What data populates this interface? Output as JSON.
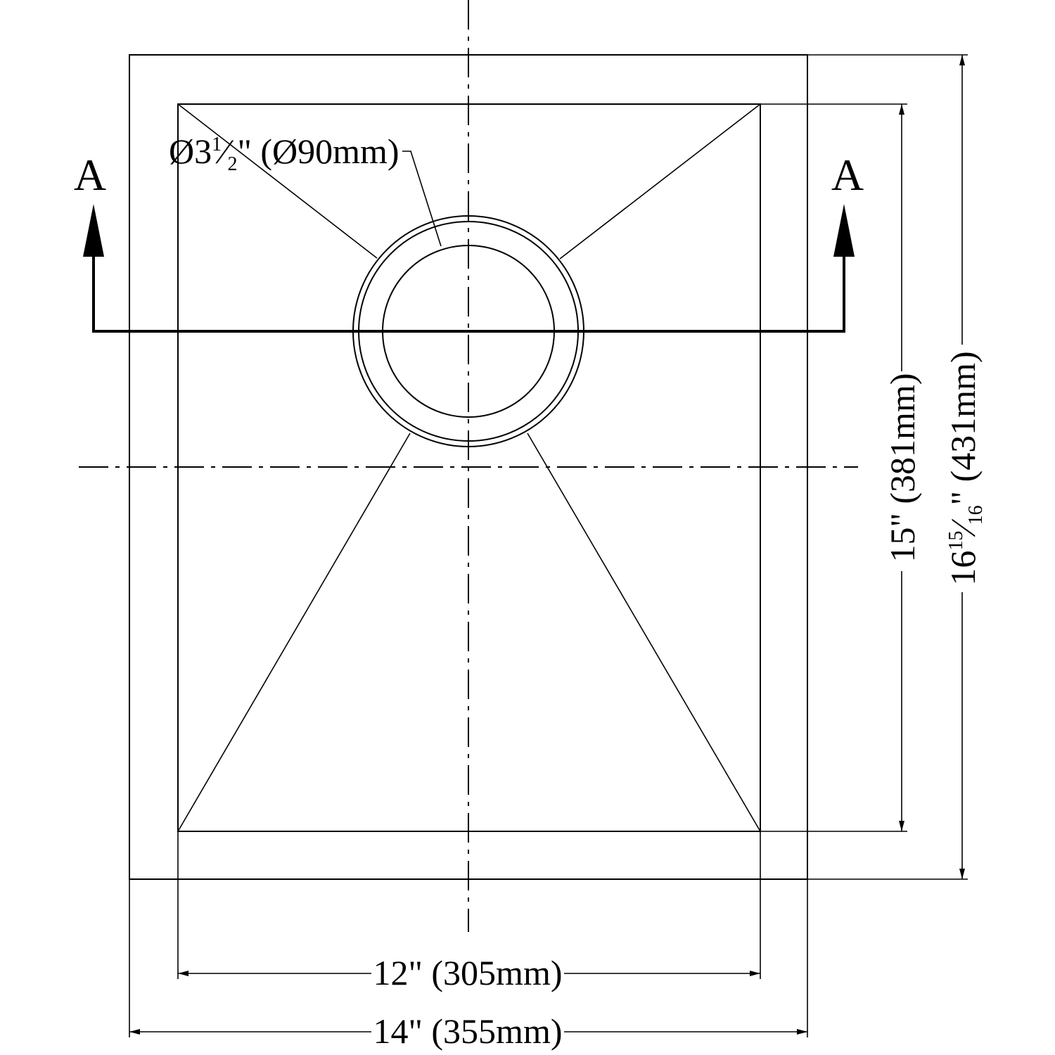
{
  "drawing": {
    "drain_label": {
      "prefix": "Ø3",
      "frac_num": "1",
      "frac_slash": "⁄",
      "frac_den": "2",
      "suffix": "\" (Ø90mm)"
    },
    "section_marker_left": "A",
    "section_marker_right": "A",
    "dim_inner_width": "12\" (305mm)",
    "dim_outer_width": "14\" (355mm)",
    "dim_inner_height": "15\" (381mm)",
    "dim_outer_height": {
      "whole": "16",
      "frac_num": "15",
      "frac_slash": "⁄",
      "frac_den": "16",
      "suffix": "\" (431mm)"
    }
  }
}
